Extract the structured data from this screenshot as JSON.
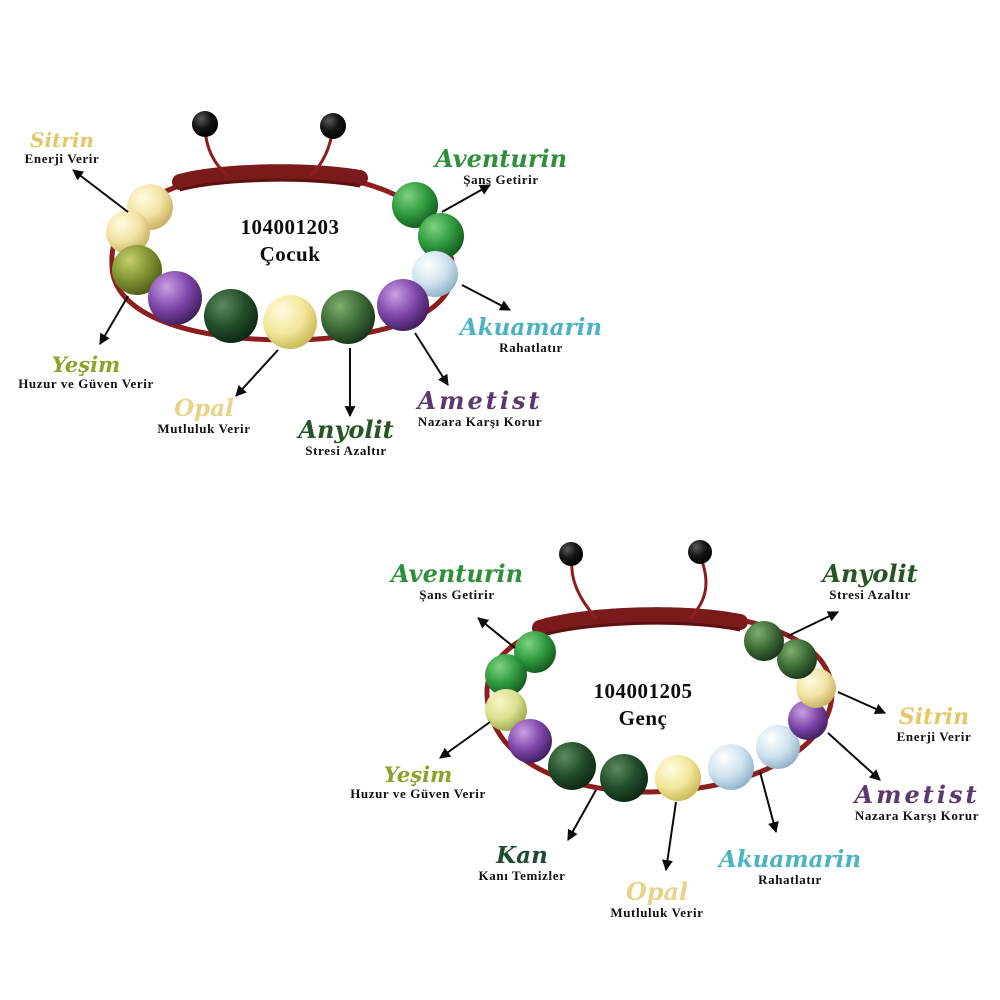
{
  "colors": {
    "cord": "#8b1e1e",
    "cord_dark": "#5e1111",
    "arrow": "#0b0b0b",
    "aventurin": "#2f8f3c",
    "sitrin": "#e3c768",
    "yesim": "#8fa12a",
    "opal": "#e7d38a",
    "anyolit": "#285428",
    "ametist": "#5a3a6c",
    "akuamarin": "#4cb3c4",
    "kan": "#1f4a32"
  },
  "bracelets": [
    {
      "code": "104001203",
      "name": "Çocuk",
      "labels": [
        {
          "stone": "Sitrin",
          "text": "Enerji Verir",
          "color_key": "sitrin"
        },
        {
          "stone": "Aventurin",
          "text": "Şans Getirir",
          "color_key": "aventurin"
        },
        {
          "stone": "Akuamarin",
          "text": "Rahatlatır",
          "color_key": "akuamarin"
        },
        {
          "stone": "Ametist",
          "text": "Nazara Karşı Korur",
          "color_key": "ametist"
        },
        {
          "stone": "Anyolit",
          "text": "Stresi Azaltır",
          "color_key": "anyolit"
        },
        {
          "stone": "Opal",
          "text": "Mutluluk Verir",
          "color_key": "opal"
        },
        {
          "stone": "Yeşim",
          "text": "Huzur ve Güven Verir",
          "color_key": "yesim"
        }
      ]
    },
    {
      "code": "104001205",
      "name": "Genç",
      "labels": [
        {
          "stone": "Aventurin",
          "text": "Şans Getirir",
          "color_key": "aventurin"
        },
        {
          "stone": "Anyolit",
          "text": "Stresi Azaltır",
          "color_key": "anyolit"
        },
        {
          "stone": "Sitrin",
          "text": "Enerji Verir",
          "color_key": "sitrin"
        },
        {
          "stone": "Ametist",
          "text": "Nazara Karşı Korur",
          "color_key": "ametist"
        },
        {
          "stone": "Akuamarin",
          "text": "Rahatlatır",
          "color_key": "akuamarin"
        },
        {
          "stone": "Opal",
          "text": "Mutluluk Verir",
          "color_key": "opal"
        },
        {
          "stone": "Kan",
          "text": "Kanı Temizler",
          "color_key": "kan"
        },
        {
          "stone": "Yeşim",
          "text": "Huzur ve Güven Verir",
          "color_key": "yesim"
        }
      ]
    }
  ]
}
